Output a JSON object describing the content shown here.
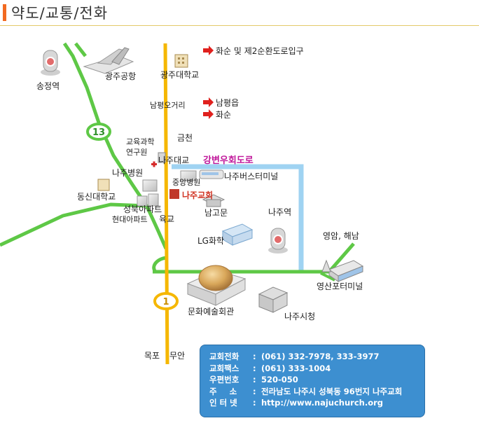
{
  "header": {
    "title": "약도/교통/전화"
  },
  "map": {
    "places": {
      "songjeong": "송정역",
      "gwangju_airport": "광주공항",
      "gwangju_univ": "광주대학교",
      "hwasun_ring": "화순 및 제2순환도로입구",
      "nampyeong_junction": "남평오거리",
      "nampyeong": "남평읍",
      "hwasun": "화순",
      "geumcheon": "금천",
      "edu_institute_1": "교육과학",
      "edu_institute_2": "연구원",
      "naju_bridge": "나주대교",
      "riverside_bypass": "강변우회도로",
      "naju_hospital": "나주병원",
      "central_hospital": "중앙병원",
      "naju_bus_terminal": "나주버스터미널",
      "dongshin_univ": "동신대학교",
      "naju_church": "나주교회",
      "seongbuk_apt": "성북아파트",
      "hyundai_apt": "현대아파트",
      "yukgyo": "육교",
      "namgomun": "남고문",
      "naju_station": "나주역",
      "yeongam_haenam": "영암, 해남",
      "lg_chem": "LG화학",
      "yeongsanpo_terminal": "영산포터미널",
      "culture_center": "문화예술회관",
      "naju_city_hall": "나주시청",
      "mokpo": "목포",
      "muan": "무안"
    },
    "road_numbers": {
      "route13": "13",
      "route1": "1"
    },
    "colors": {
      "national_road": "#f5b700",
      "provincial_road": "#5ec846",
      "bypass_road": "#9fd3f2",
      "church_marker": "#c0392b",
      "direction_arrow": "#e0201d",
      "bypass_text": "#c0179a",
      "church_text": "#d0301f"
    }
  },
  "info": {
    "rows": [
      {
        "label": "교회전화",
        "value": "(061) 332-7978,  333-3977"
      },
      {
        "label": "교회팩스",
        "value": "(061) 333-1004"
      },
      {
        "label": "우편번호",
        "value": "520-050"
      },
      {
        "label": "주  소",
        "value": "전라남도 나주시 성북동 96번지  나주교회"
      },
      {
        "label": "인 터 넷",
        "value": "http://www.najuchurch.org"
      }
    ]
  }
}
